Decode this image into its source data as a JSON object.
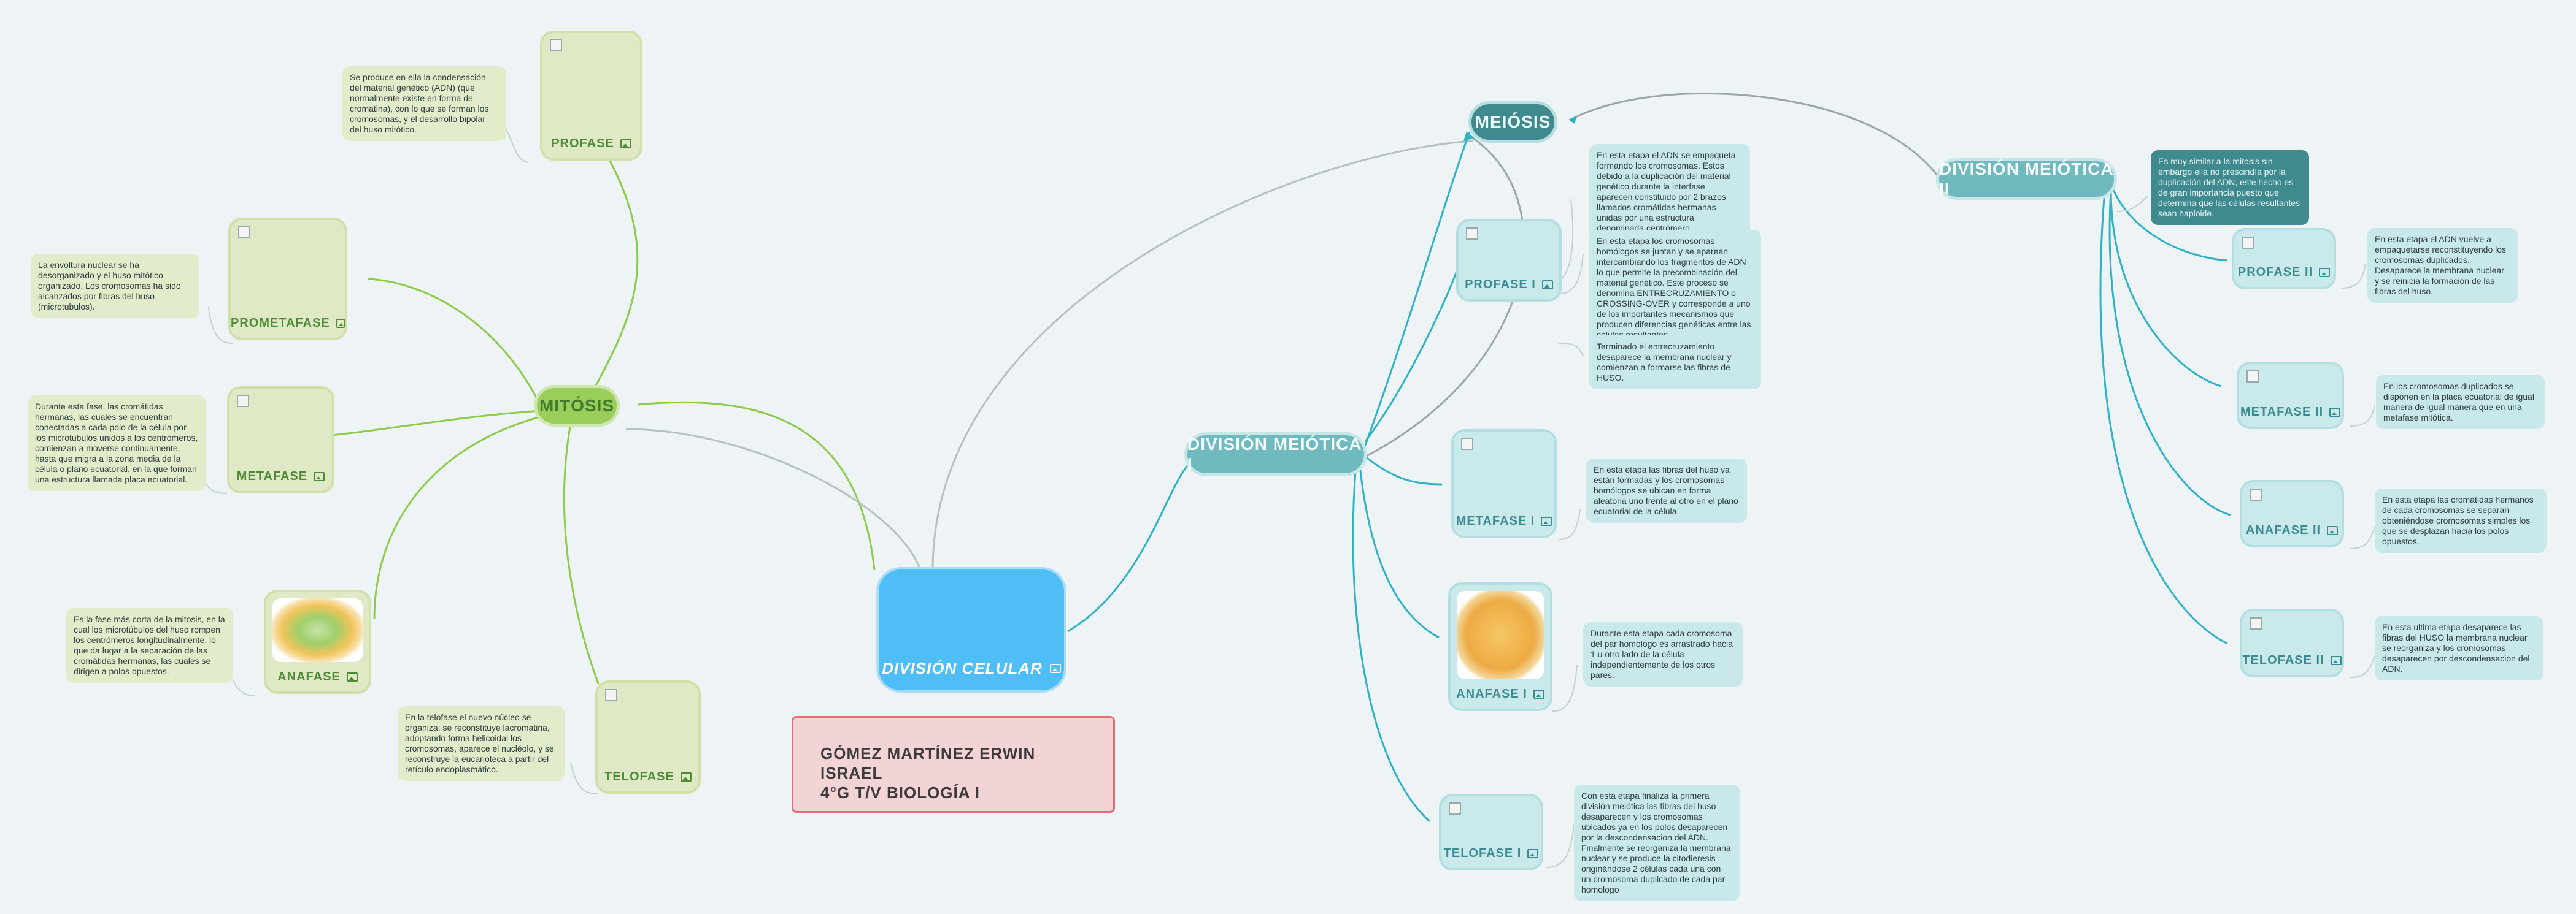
{
  "colors": {
    "mitosis": "#8ccb4a",
    "meiosis": "#2fb3c4",
    "center_link": "#b6c0c4",
    "center": "#4fbdf6",
    "author_border": "#e56b75"
  },
  "center": {
    "label": "DIVISIÓN CELULAR"
  },
  "author": {
    "line1": "GÓMEZ MARTÍNEZ ERWIN ISRAEL",
    "line2": "4°G T/V BIOLOGÍA I"
  },
  "mitosis": {
    "label": "MITÓSIS",
    "profase": {
      "label": "PROFASE",
      "note": "Se produce en ella la condensación del material genético (ADN) (que normalmente existe en forma de cromatina), con lo que se forman los cromosomas, y el desarrollo bipolar del huso mitótico."
    },
    "prometafase": {
      "label": "PROMETAFASE",
      "note": "La envoltura nuclear se ha desorganizado y el huso mitótico organizado. Los cromosomas ha sido alcanzados por fibras del huso (microtubulos)."
    },
    "metafase": {
      "label": "METAFASE",
      "note": "Durante esta fase, las cromátidas hermanas, las cuales se encuentran conectadas a cada polo de la célula por los microtúbulos unidos a los centrómeros, comienzan a moverse continuamente, hasta que migra a la zona media de la célula o plano ecuatorial, en la que forman una estructura llamada placa ecuatorial."
    },
    "anafase": {
      "label": "ANAFASE",
      "note": "Es la fase más corta de la mitosis, en la cual los microtúbulos del huso rompen los centrómeros longitudinalmente, lo que da lugar a la separación de las cromátidas hermanas, las cuales se dirigen a polos opuestos."
    },
    "telofase": {
      "label": "TELOFASE",
      "note": "En la telofase el nuevo núcleo se organiza: se reconstituye lacromatina, adoptando forma helicoidal los cromosomas, aparece el nucléolo, y se reconstruye la eucarioteca a partir del retículo endoplasmático."
    }
  },
  "meiosis": {
    "label": "MEIÓSIS"
  },
  "div1": {
    "label": "DIVISIÓN MEIÓTICA I",
    "profase": {
      "label": "PROFASE I",
      "note1": "En esta etapa el ADN se empaqueta formando los cromosomas. Estos debido a la duplicación del material genético durante la interfase aparecen constituido por 2 brazos llamados cromátidas hermanas unidas por una estructura denominada centrómero.",
      "note2": "En esta etapa los cromosomas homólogos se juntan y se aparean intercambiando los fragmentos de ADN lo que permite la precombinación del material genético. Este proceso se denomina ENTRECRUZAMIENTO o CROSSING-OVER y corresponde a uno de los importantes mecanismos que producen diferencias genéticas entre las células resultantes.",
      "note3": "Terminado el entrecruzamiento desaparece la membrana nuclear y comienzan a formarse las fibras de HUSO."
    },
    "metafase": {
      "label": "METAFASE I",
      "note": "En esta etapa las fibras del huso ya están formadas y los cromosomas homólogos se ubican en forma aleatoria uno frente al otro en el plano ecuatorial de la célula."
    },
    "anafase": {
      "label": "ANAFASE I",
      "note": "Durante esta etapa cada cromosoma del par homologo es arrastrado hacia 1 u otro lado de la célula independientemente de los otros pares."
    },
    "telofase": {
      "label": "TELOFASE I",
      "note": "Con esta etapa finaliza la primera división meiótica las fibras del huso desaparecen y los cromosomas ubicados ya en los polos desaparecen por la descondensacion del ADN. Finalmente se reorganiza la membrana nuclear y se produce la citodieresis originándose 2 células cada una con un cromosoma duplicado de cada par homologo"
    }
  },
  "div2": {
    "label": "DIVISIÓN MEIÓTICA II",
    "note": "Es muy similar a la mitosis sin embargo ella no prescindía por la duplicación del ADN, este hecho es de gran importancia puesto que determina que las células resultantes sean haploide.",
    "profase": {
      "label": "PROFASE II",
      "note": "En esta etapa el ADN vuelve a empaquetarse reconstituyendo los cromosomas duplicados. Desaparece la membrana nuclear y se reinicia la formación de las fibras del huso."
    },
    "metafase": {
      "label": "METAFASE II",
      "note": "En los cromosomas duplicados se disponen en la placa ecuatorial de igual manera de igual manera que en una metafase mitótica."
    },
    "anafase": {
      "label": "ANAFASE II",
      "note": "En esta etapa las cromátidas hermanos de cada cromosomas se separan obteniéndose cromosomas simples los que se desplazan hacia los polos opuestos."
    },
    "telofase": {
      "label": "TELOFASE II",
      "note": "En esta ultima etapa desaparece las fibras del HUSO la membrana nuclear se reorganiza y los cromosomas desaparecen por descondensacion del ADN."
    }
  }
}
